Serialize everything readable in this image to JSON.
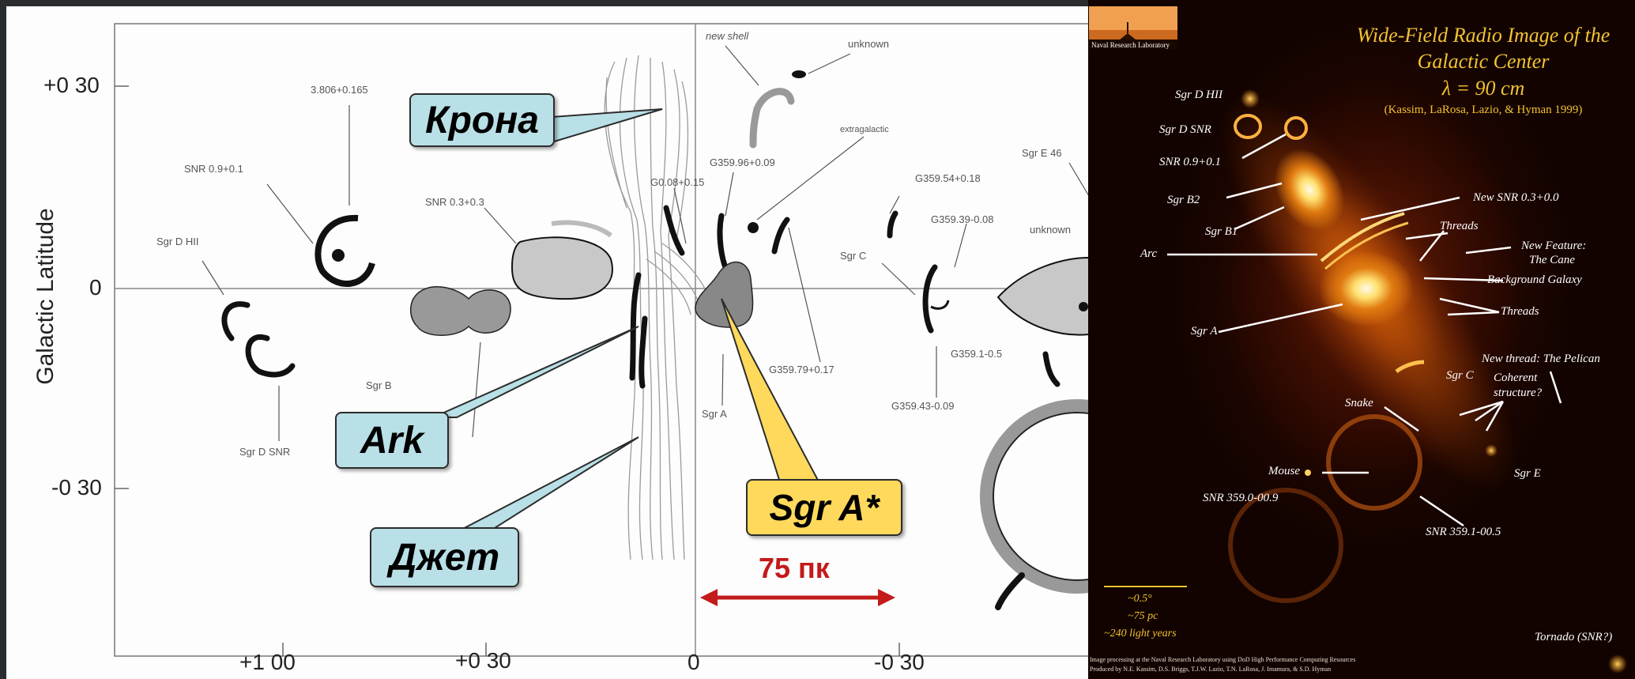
{
  "left_panel": {
    "y_axis_label": "Galactic Latitude",
    "y_ticks": [
      "+0 30",
      "0",
      "-0 30"
    ],
    "x_ticks": [
      "+1 00",
      "+0 30",
      "0",
      "-0 30"
    ],
    "features": [
      {
        "id": "sgr-d-hii",
        "text": "Sgr D HII"
      },
      {
        "id": "snr-09",
        "text": "SNR 0.9+0.1"
      },
      {
        "id": "g3806",
        "text": "3.806+0.165"
      },
      {
        "id": "snr-03",
        "text": "SNR 0.3+0.3"
      },
      {
        "id": "sgr-d-snr",
        "text": "Sgr D SNR"
      },
      {
        "id": "sgr-b",
        "text": "Sgr B"
      },
      {
        "id": "new-shell",
        "text": "new shell"
      },
      {
        "id": "unknown-top",
        "text": "unknown"
      },
      {
        "id": "extragalactic",
        "text": "extragalactic"
      },
      {
        "id": "g359-96",
        "text": "G359.96+0.09"
      },
      {
        "id": "g0-08",
        "text": "G0.08+0.15"
      },
      {
        "id": "g359-54",
        "text": "G359.54+0.18"
      },
      {
        "id": "g359-39",
        "text": "G359.39-0.08"
      },
      {
        "id": "sgr-e-46",
        "text": "Sgr E 46"
      },
      {
        "id": "sgr-c",
        "text": "Sgr C"
      },
      {
        "id": "unknown-right",
        "text": "unknown"
      },
      {
        "id": "g359-79",
        "text": "G359.79+0.17"
      },
      {
        "id": "sgr-a",
        "text": "Sgr A"
      },
      {
        "id": "g359-1",
        "text": "G359.1-0.5"
      },
      {
        "id": "g359-43",
        "text": "G359.43-0.09"
      }
    ],
    "callouts": {
      "crown": "Крона",
      "ark": "Ark",
      "jet": "Джет",
      "sgr_a_star": "Sgr A*"
    },
    "scale_label": "75 пк"
  },
  "right_panel": {
    "title_line1": "Wide-Field Radio Image of the",
    "title_line2": "Galactic Center",
    "title_line3": "λ = 90 cm",
    "citation": "(Kassim, LaRosa, Lazio, & Hyman 1999)",
    "logo_text": "Naval Research Laboratory",
    "labels": {
      "sgr_d_hii": "Sgr D HII",
      "sgr_d_snr": "Sgr D SNR",
      "snr_09": "SNR 0.9+0.1",
      "sgr_b2": "Sgr B2",
      "sgr_b1": "Sgr B1",
      "arc": "Arc",
      "sgr_a": "Sgr A",
      "new_snr": "New SNR 0.3+0.0",
      "threads1": "Threads",
      "new_feature1": "New Feature:",
      "new_feature2": "The Cane",
      "background_galaxy": "Background Galaxy",
      "threads2": "Threads",
      "new_thread": "New thread: The Pelican",
      "sgr_c": "Sgr C",
      "coherent1": "Coherent",
      "coherent2": "structure?",
      "snake": "Snake",
      "mouse": "Mouse",
      "sgr_e": "Sgr E",
      "snr_359_0": "SNR 359.0-00.9",
      "snr_359_1": "SNR 359.1-00.5",
      "tornado": "Tornado (SNR?)"
    },
    "scale": [
      "~0.5°",
      "~75 pc",
      "~240 light years"
    ],
    "credits": [
      "Image processing at the Naval Research Laboratory using DoD High Performance Computing Resources",
      "Produced by N.E. Kassim, D.S. Briggs, T.J.W. Lazio, T.N. LaRosa, J. Imamura, & S.D. Hyman"
    ]
  },
  "colors": {
    "callout_blue": "#b9e0e6",
    "callout_yellow": "#fed95c",
    "scale_red": "#c41a1a",
    "title_gold": "#f2c230"
  }
}
